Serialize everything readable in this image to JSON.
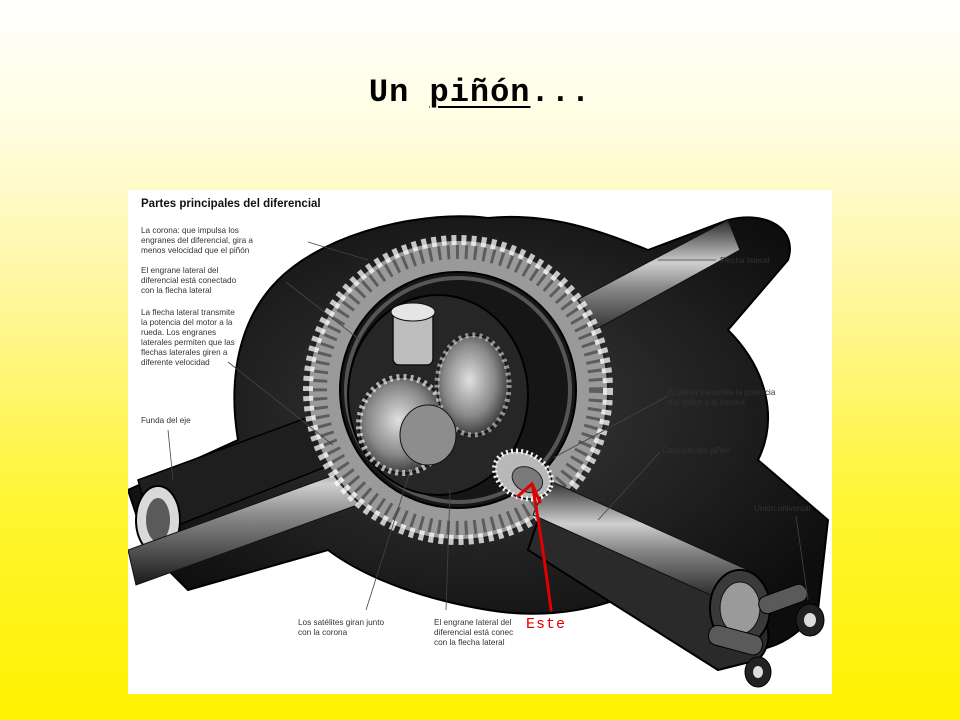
{
  "slide": {
    "title_prefix": "Un ",
    "title_underlined": "piñón",
    "title_suffix": "..."
  },
  "diagram": {
    "title": "Partes principales del diferencial",
    "labels": {
      "corona": "La corona: que impulsa los\nengranes del diferencial, gira a\nmenos velocidad que el piñón",
      "engrane_lateral_top": "El engrane lateral del\ndiferencial está conectado\ncon la flecha lateral",
      "flecha_transmite": "La flecha lateral transmite\nla potencia del motor a la\nrueda. Los engranes\nlaterales permiten que las\nflechas laterales giren a\ndiferente velocidad",
      "funda_eje": "Funda del eje",
      "flecha_lateral": "Flecha lateral",
      "pinon_transmite": "El piñón transmite la potencia\ndel motor a la corona",
      "conjunto_pinon": "Conjunto del piñón",
      "union_universal": "Unión universal",
      "satelites": "Los satélites giran junto\ncon la corona",
      "engrane_lateral_bottom": "El engrane lateral del\ndiferencial está conec\ncon la flecha lateral"
    },
    "annotation": {
      "text": "Este",
      "color": "#e00000"
    }
  }
}
